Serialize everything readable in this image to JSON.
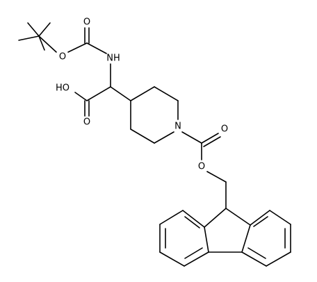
{
  "structure": {
    "atom_labels": {
      "o_boc_carbonyl": "O",
      "o_boc_ester": "O",
      "nh": "NH",
      "oh": "HO",
      "o_acid_carbonyl": "O",
      "n_piperidine": "N",
      "o_fmoc_carbonyl": "O",
      "o_fmoc_ester": "O"
    }
  },
  "colors": {
    "bond": "#000000",
    "label": "#000000",
    "background": "#ffffff"
  }
}
